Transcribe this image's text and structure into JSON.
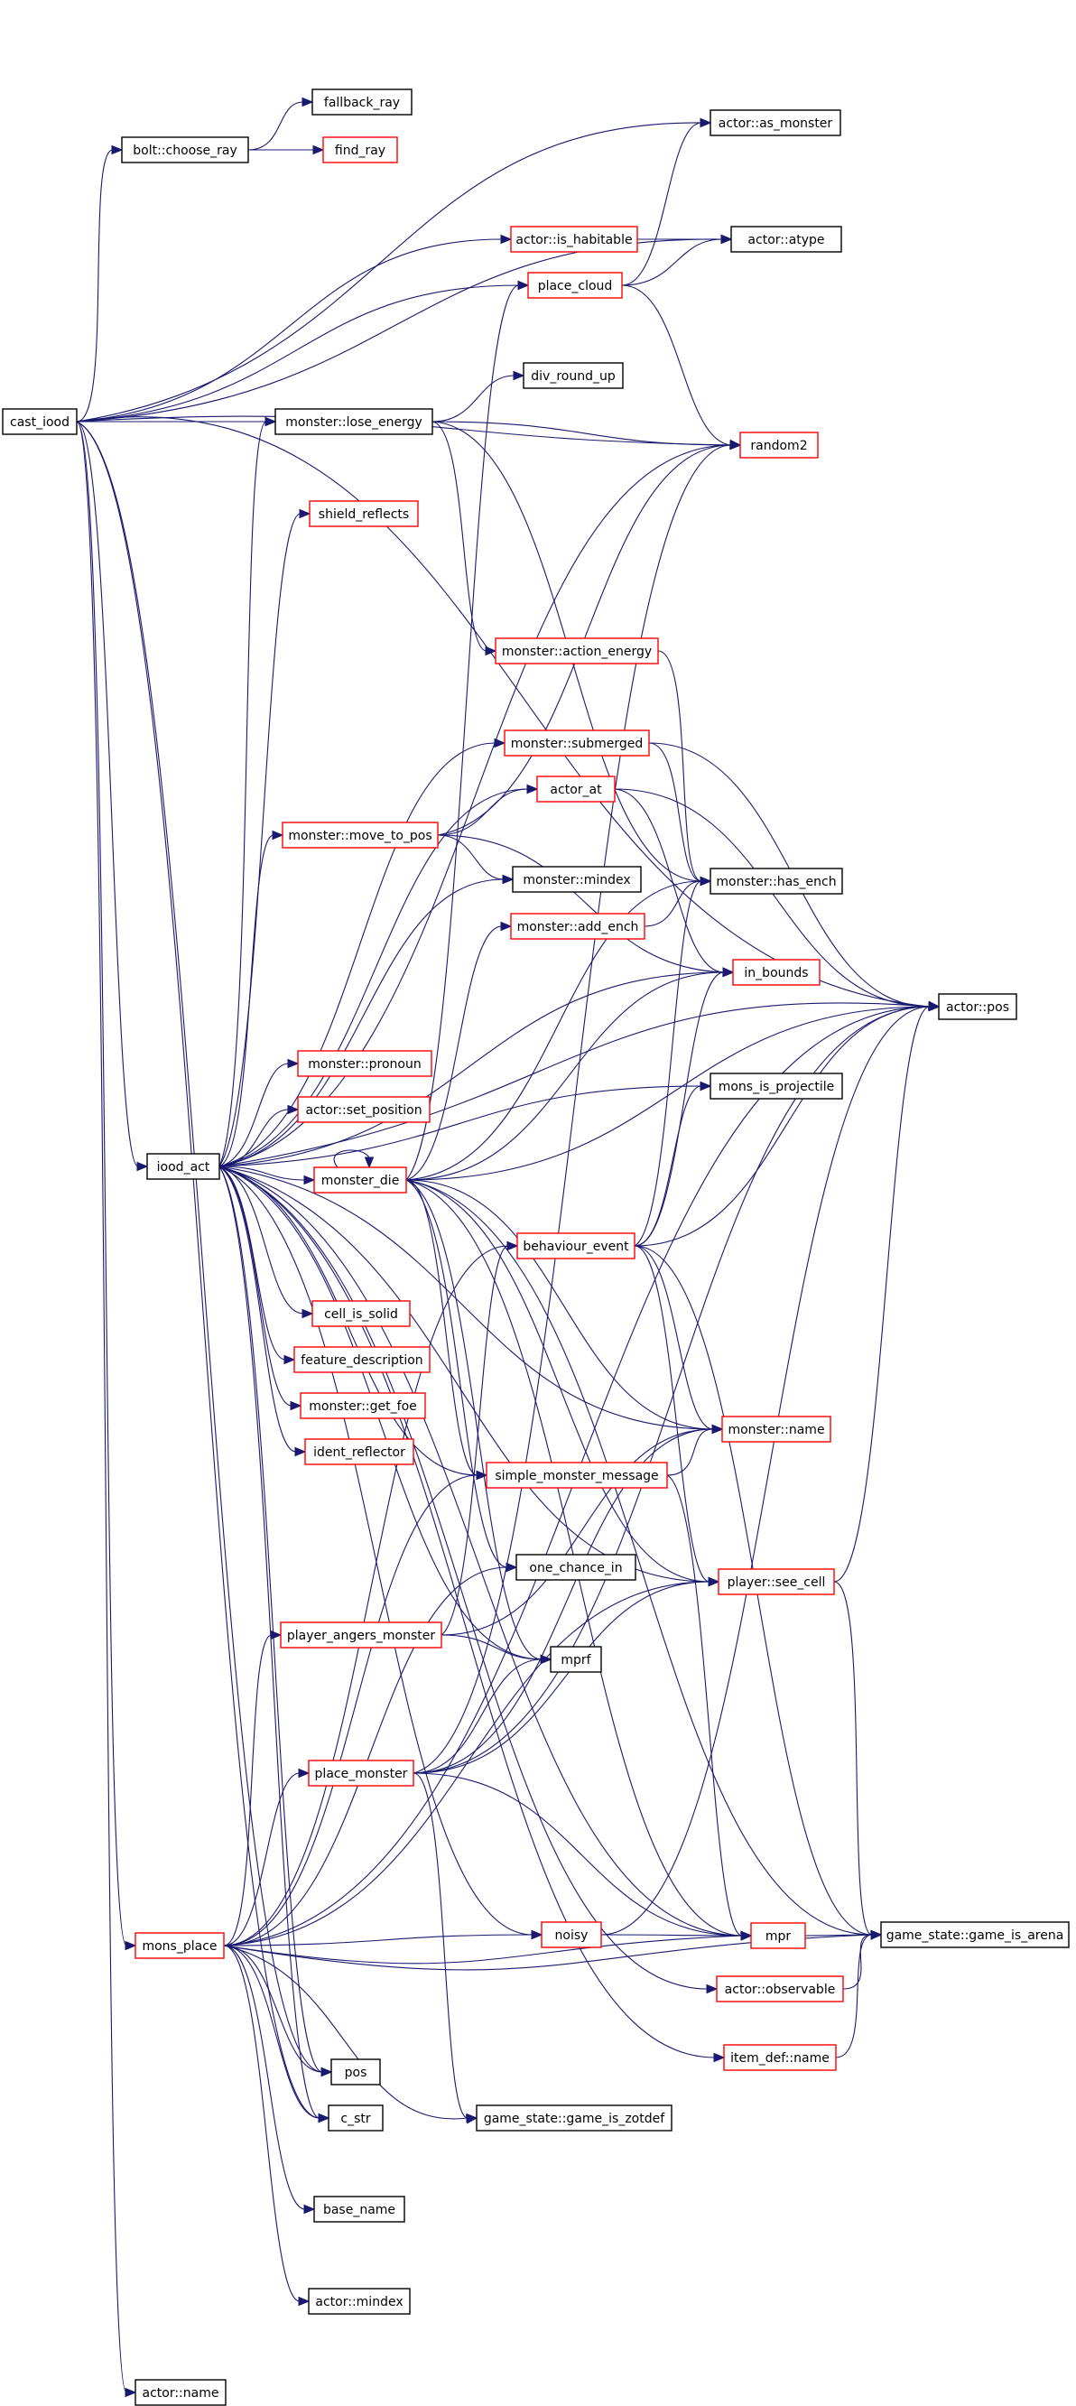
{
  "colors": {
    "edge": "#191970",
    "border_documented": "#000000",
    "border_undocumented": "#ff0000",
    "root_fill": "#bfbfbf"
  },
  "nodes": {
    "cast_iood": "cast_iood",
    "bolt_choose_ray": "bolt::choose_ray",
    "fallback_ray": "fallback_ray",
    "find_ray": "find_ray",
    "actor_as_monster": "actor::as_monster",
    "actor_is_habitable": "actor::is_habitable",
    "actor_atype": "actor::atype",
    "place_cloud": "place_cloud",
    "div_round_up": "div_round_up",
    "monster_lose_energy": "monster::lose_energy",
    "random2": "random2",
    "shield_reflects": "shield_reflects",
    "monster_action_energy": "monster::action_energy",
    "monster_submerged": "monster::submerged",
    "actor_at": "actor_at",
    "monster_move_to_pos": "monster::move_to_pos",
    "monster_mindex": "monster::mindex",
    "monster_has_ench": "monster::has_ench",
    "monster_add_ench": "monster::add_ench",
    "in_bounds": "in_bounds",
    "actor_pos": "actor::pos",
    "mons_is_projectile": "mons_is_projectile",
    "monster_pronoun": "monster::pronoun",
    "actor_set_position": "actor::set_position",
    "iood_act": "iood_act",
    "monster_die": "monster_die",
    "behaviour_event": "behaviour_event",
    "cell_is_solid": "cell_is_solid",
    "feature_description": "feature_description",
    "monster_get_foe": "monster::get_foe",
    "ident_reflector": "ident_reflector",
    "monster_name": "monster::name",
    "simple_monster_message": "simple_monster_message",
    "one_chance_in": "one_chance_in",
    "player_see_cell": "player::see_cell",
    "player_angers_monster": "player_angers_monster",
    "mprf": "mprf",
    "place_monster": "place_monster",
    "noisy": "noisy",
    "mpr": "mpr",
    "game_is_arena": "game_state::game_is_arena",
    "mons_place": "mons_place",
    "actor_observable": "actor::observable",
    "item_def_name": "item_def::name",
    "pos": "pos",
    "c_str": "c_str",
    "game_is_zotdef": "game_state::game_is_zotdef",
    "base_name": "base_name",
    "actor_mindex": "actor::mindex",
    "actor_name": "actor::name"
  }
}
